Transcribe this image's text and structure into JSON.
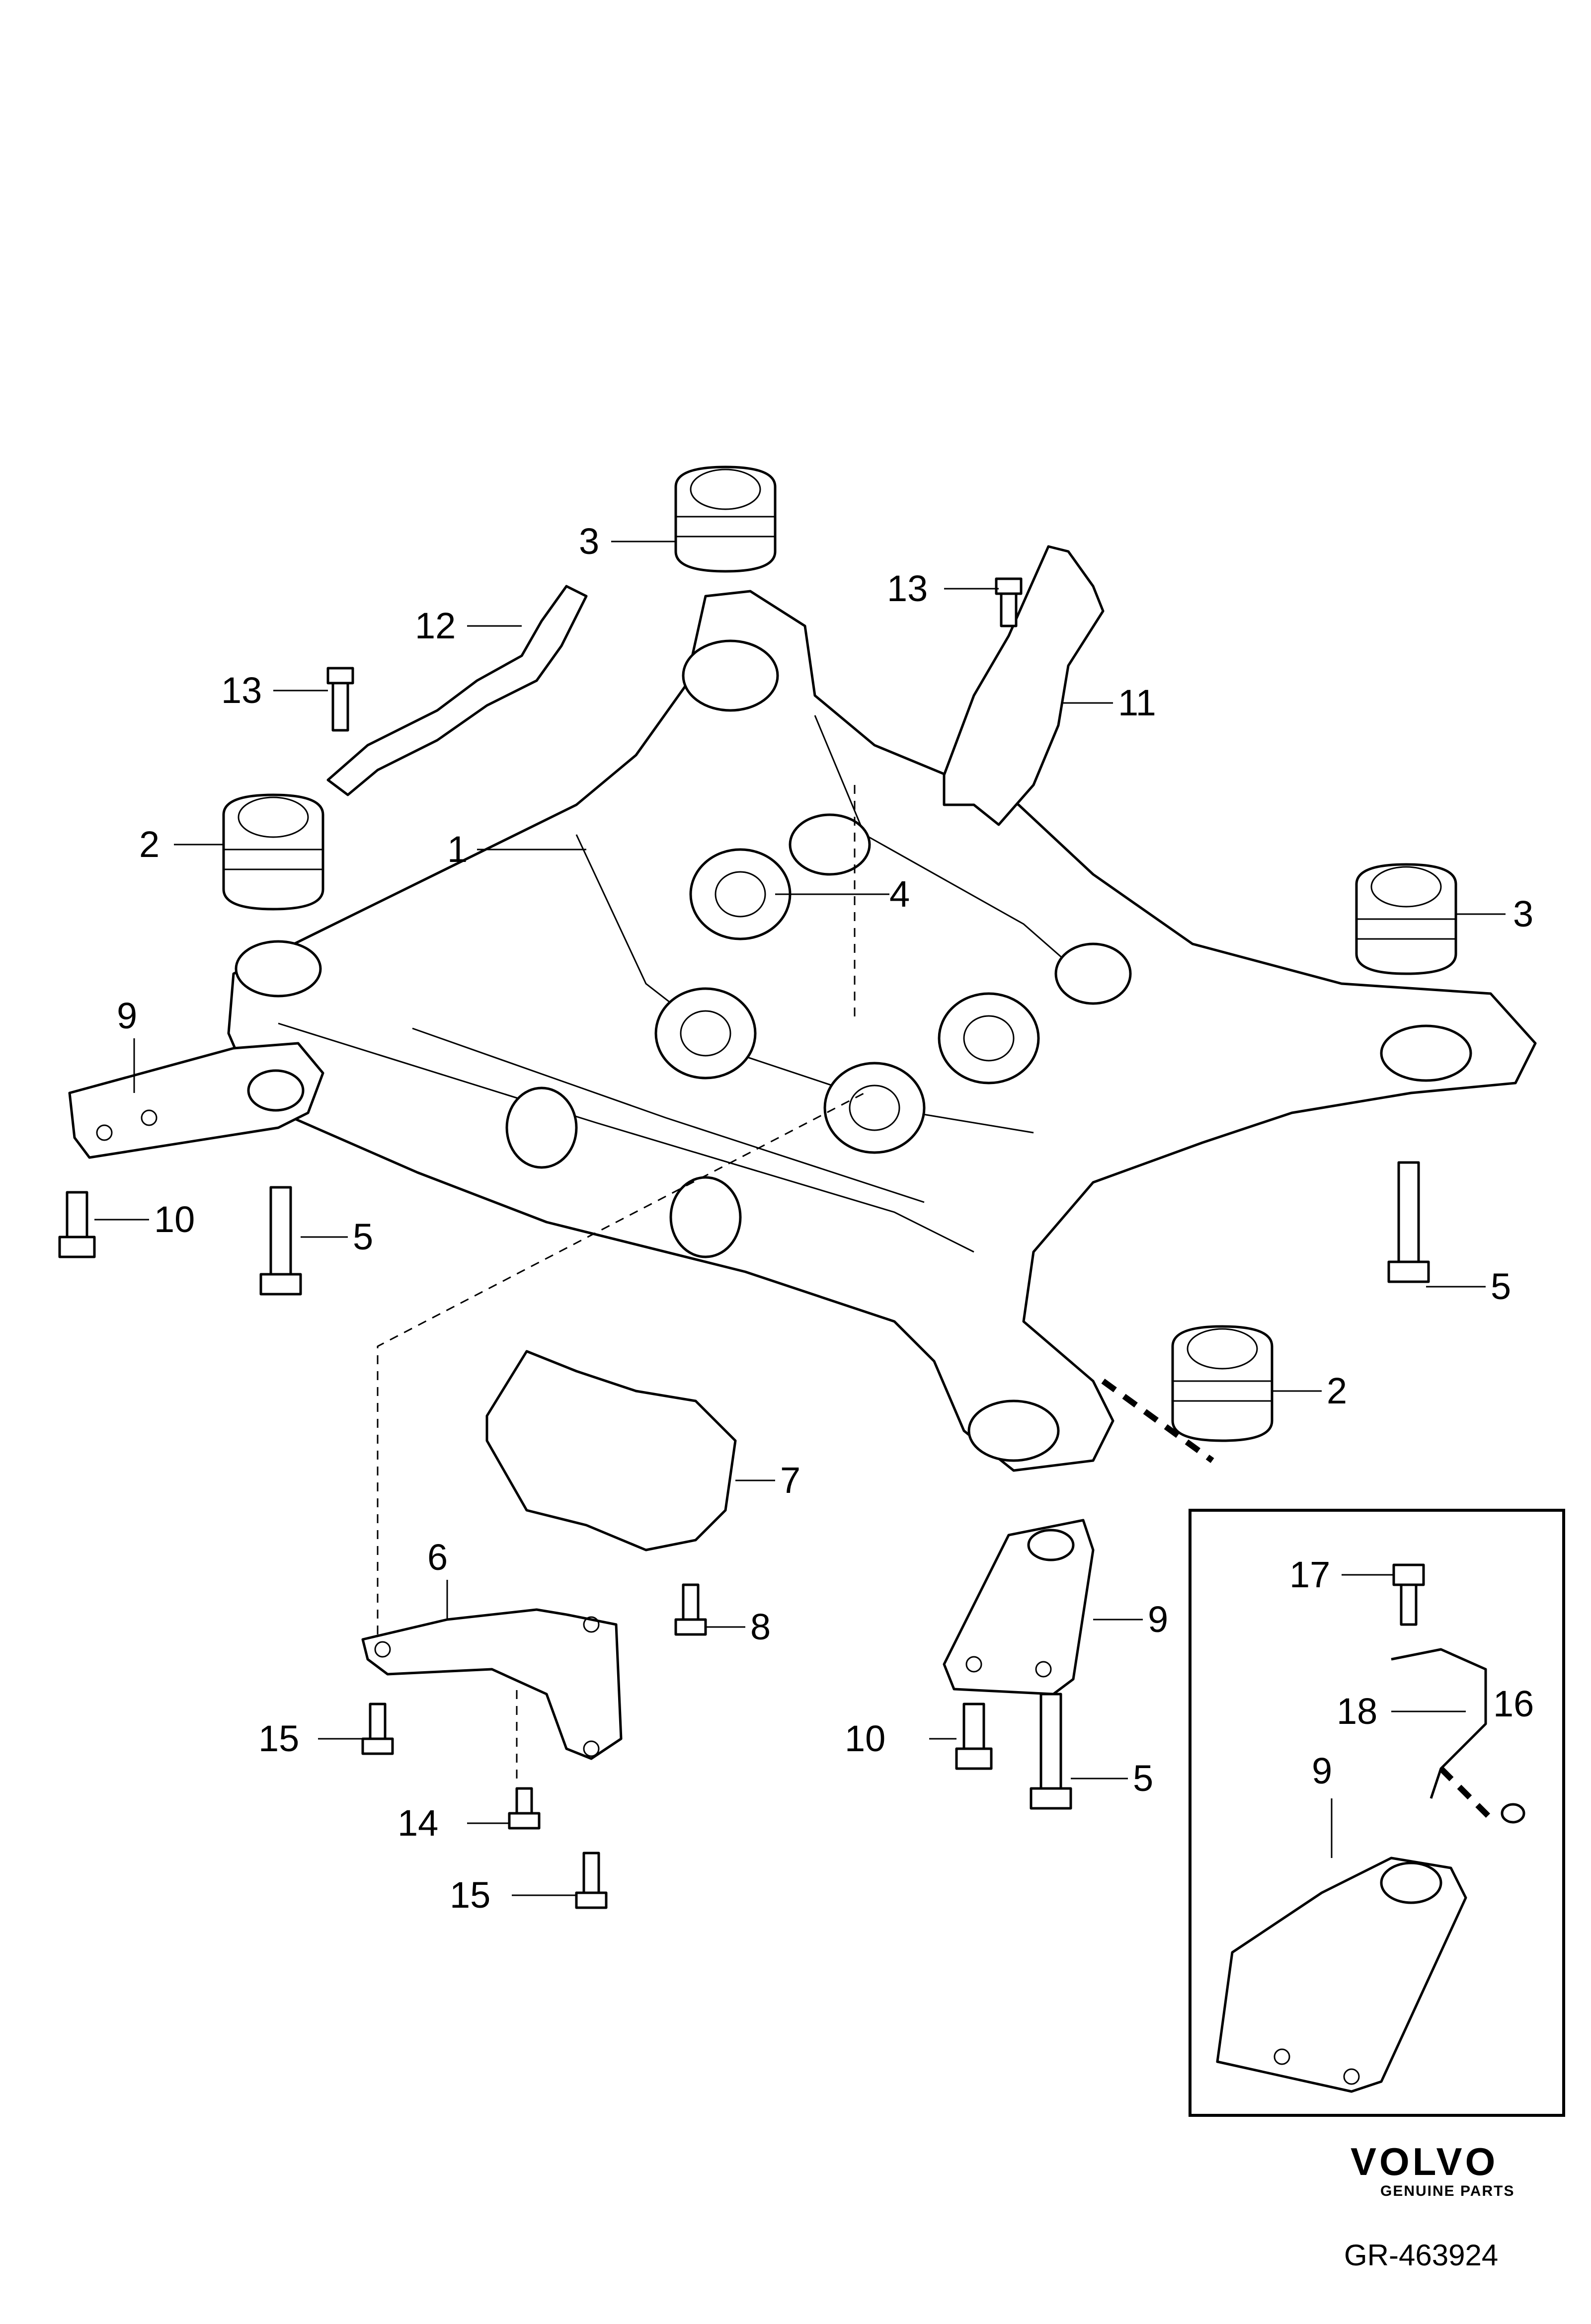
{
  "diagram": {
    "callouts": [
      {
        "id": "c1",
        "text": "1"
      },
      {
        "id": "c2a",
        "text": "2"
      },
      {
        "id": "c2b",
        "text": "2"
      },
      {
        "id": "c3a",
        "text": "3"
      },
      {
        "id": "c3b",
        "text": "3"
      },
      {
        "id": "c4",
        "text": "4"
      },
      {
        "id": "c5a",
        "text": "5"
      },
      {
        "id": "c5b",
        "text": "5"
      },
      {
        "id": "c5c",
        "text": "5"
      },
      {
        "id": "c6",
        "text": "6"
      },
      {
        "id": "c7",
        "text": "7"
      },
      {
        "id": "c8",
        "text": "8"
      },
      {
        "id": "c9a",
        "text": "9"
      },
      {
        "id": "c9b",
        "text": "9"
      },
      {
        "id": "c9c",
        "text": "9"
      },
      {
        "id": "c10a",
        "text": "10"
      },
      {
        "id": "c10b",
        "text": "10"
      },
      {
        "id": "c11",
        "text": "11"
      },
      {
        "id": "c12",
        "text": "12"
      },
      {
        "id": "c13a",
        "text": "13"
      },
      {
        "id": "c13b",
        "text": "13"
      },
      {
        "id": "c14",
        "text": "14"
      },
      {
        "id": "c15a",
        "text": "15"
      },
      {
        "id": "c15b",
        "text": "15"
      },
      {
        "id": "c16",
        "text": "16"
      },
      {
        "id": "c17",
        "text": "17"
      },
      {
        "id": "c18",
        "text": "18"
      }
    ]
  },
  "branding": {
    "logo_text": "VOLVO",
    "logo_subtext": "GENUINE PARTS",
    "reference_code": "GR-463924"
  }
}
